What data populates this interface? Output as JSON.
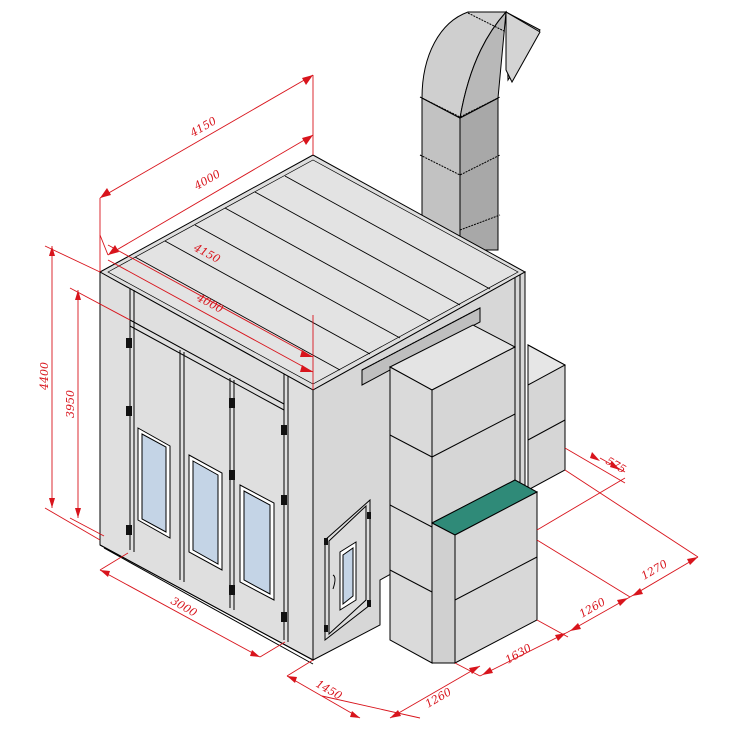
{
  "diagram": {
    "title": "Paint spray booth isometric dimension drawing",
    "colors": {
      "dimension": "#d8141c",
      "panel": "#e2e2e2",
      "panel_dark": "#d2d2d2",
      "duct": "#b4b4b4",
      "glass": "#c4d4e6",
      "filter": "#2f8a78",
      "outline": "#000000"
    },
    "dimensions": {
      "roof_width_outer": "4150",
      "roof_width_inner": "4000",
      "roof_depth_outer": "4150",
      "roof_depth_inner": "4000",
      "height_outer": "4400",
      "height_inner": "3950",
      "front_width": "3000",
      "side_length": "1450",
      "plenum_width": "1260",
      "plenum_depth": "1630",
      "right_offset_a": "1260",
      "right_offset_b": "1270",
      "right_small": "575"
    },
    "components": {
      "main_doors": [
        "left-door-leaf",
        "center-door-leaf",
        "right-door-leaf"
      ],
      "side_door": "personnel-door",
      "exhaust_duct": "elbow-duct",
      "plenum_box": "air-make-up-unit",
      "filter_top": "filter-panel"
    }
  }
}
